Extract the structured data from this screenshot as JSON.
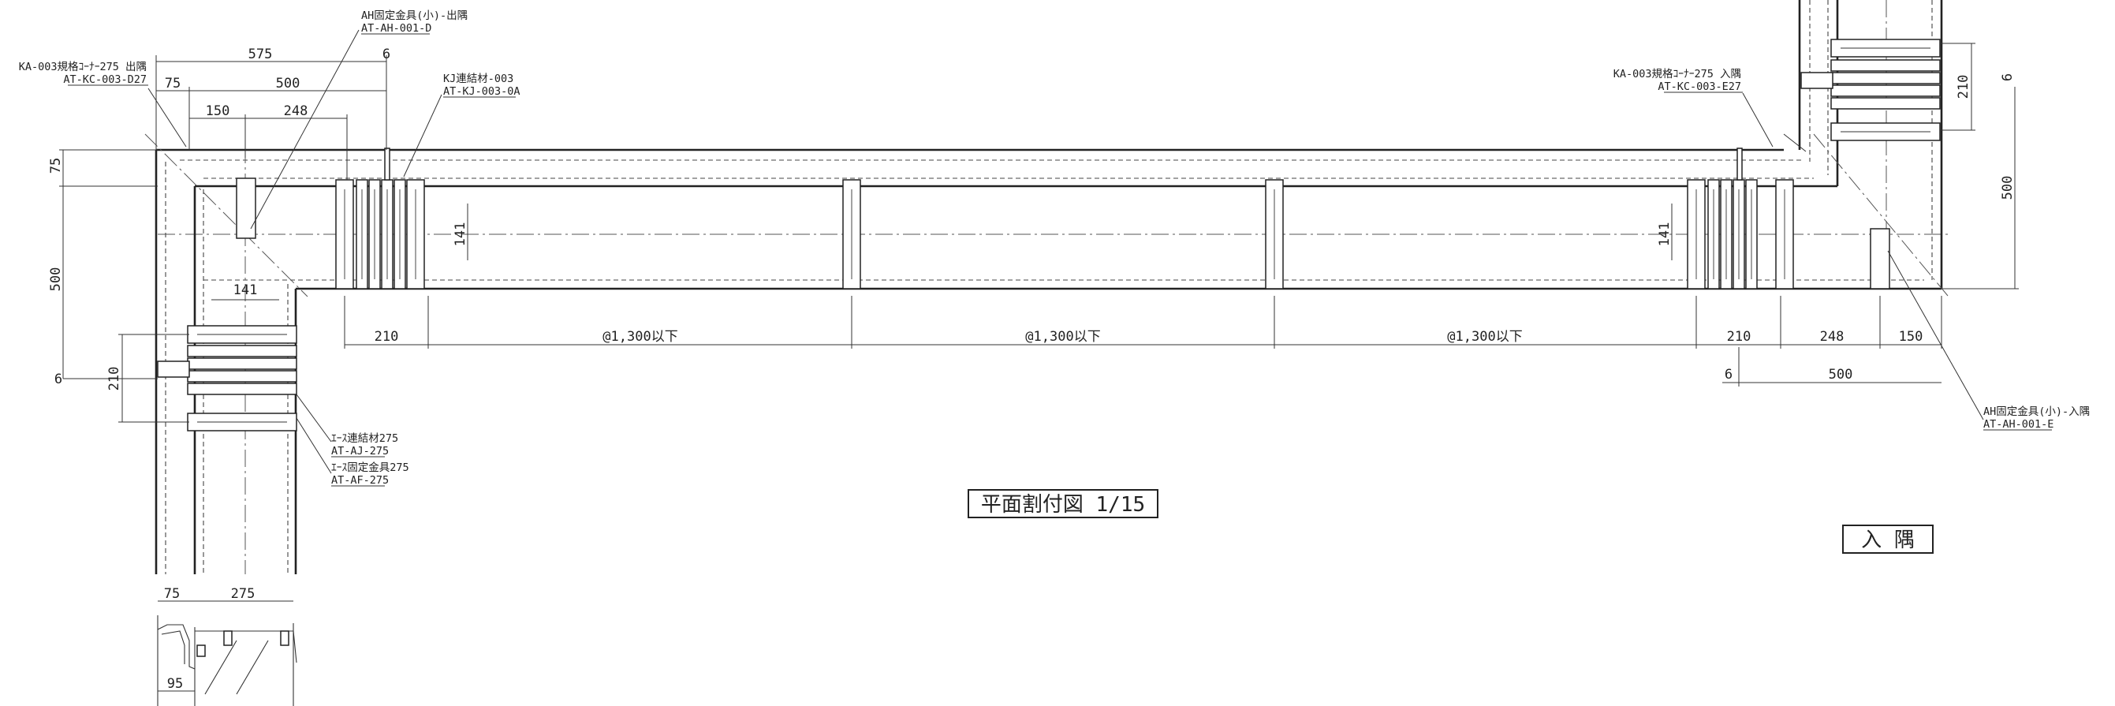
{
  "title": {
    "drawing_title": "平面割付図 1/15",
    "corner_label": "入 隅"
  },
  "left_dims": {
    "top_total": "575",
    "top_6": "6",
    "top_75": "75",
    "top_500": "500",
    "top_150": "150",
    "top_248": "248",
    "vert_75": "75",
    "vert_500": "500",
    "vert_141": "141",
    "vert_6": "6",
    "vert_210": "210"
  },
  "center_dims": {
    "mid_141_left": "141",
    "mid_141_right": "141",
    "span_210_left": "210",
    "pitch_1": "@1,300以下",
    "pitch_2": "@1,300以下",
    "pitch_3": "@1,300以下",
    "span_210_right": "210",
    "span_248": "248",
    "span_150": "150",
    "bottom_6": "6",
    "bottom_500": "500"
  },
  "right_dims": {
    "vert_210": "210",
    "vert_6": "6",
    "vert_500": "500"
  },
  "section_dims": {
    "sec_75": "75",
    "sec_275": "275",
    "sec_95": "95"
  },
  "labels": {
    "ah_out_name": "AH固定金具(小)-出隅",
    "ah_out_code": "AT-AH-001-D",
    "ka_out_name": "KA-003規格ｺｰﾅｰ275 出隅",
    "ka_out_code": "AT-KC-003-D27",
    "kj_name": "KJ連結材-003",
    "kj_code": "AT-KJ-003-0A",
    "ka_in_name": "KA-003規格ｺｰﾅｰ275 入隅",
    "ka_in_code": "AT-KC-003-E27",
    "ace_joint_name": "ｴｰｽ連結材275",
    "ace_joint_code": "AT-AJ-275",
    "ace_fix_name": "ｴｰｽ固定金具275",
    "ace_fix_code": "AT-AF-275",
    "ah_in_name": "AH固定金具(小)-入隅",
    "ah_in_code": "AT-AH-001-E"
  }
}
